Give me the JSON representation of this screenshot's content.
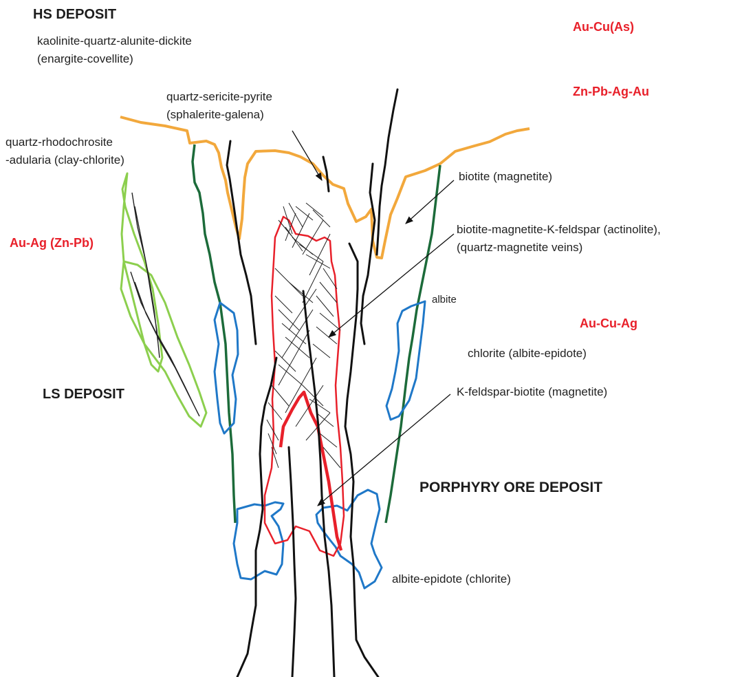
{
  "colors": {
    "ore_label": "#e8202a",
    "advanced_argillic": "#f2a83c",
    "propylitic_dark": "#1c6b3a",
    "ls_vein_halo": "#8ccf4e",
    "sodic_calcic": "#1f78c8",
    "potassic": "#e8202a",
    "intrusion": "#111111"
  },
  "deposits": {
    "hs": "HS DEPOSIT",
    "ls": "LS DEPOSIT",
    "porphyry": "PORPHYRY ORE DEPOSIT"
  },
  "ore_labels": {
    "au_cu_as": "Au-Cu(As)",
    "zn_pb_ag_au": "Zn-Pb-Ag-Au",
    "au_ag_zn_pb": "Au-Ag (Zn-Pb)",
    "au_cu_ag": "Au-Cu-Ag"
  },
  "alteration_labels": {
    "kaolinite_line1": "kaolinite-quartz-alunite-dickite",
    "kaolinite_line2": "(enargite-covellite)",
    "sericite_line1": "quartz-sericite-pyrite",
    "sericite_line2": "(sphalerite-galena)",
    "rhodochrosite_line1": "quartz-rhodochrosite",
    "rhodochrosite_line2": "-adularia (clay-chlorite)",
    "biotite": "biotite (magnetite)",
    "biotite_magnetite_line1": "biotite-magnetite-K-feldspar (actinolite),",
    "biotite_magnetite_line2": "(quartz-magnetite veins)",
    "albite": "albite",
    "chlorite": "chlorite (albite-epidote)",
    "kfeldspar": "K-feldspar-biotite (magnetite)",
    "albite_epidote": "albite-epidote (chlorite)"
  }
}
